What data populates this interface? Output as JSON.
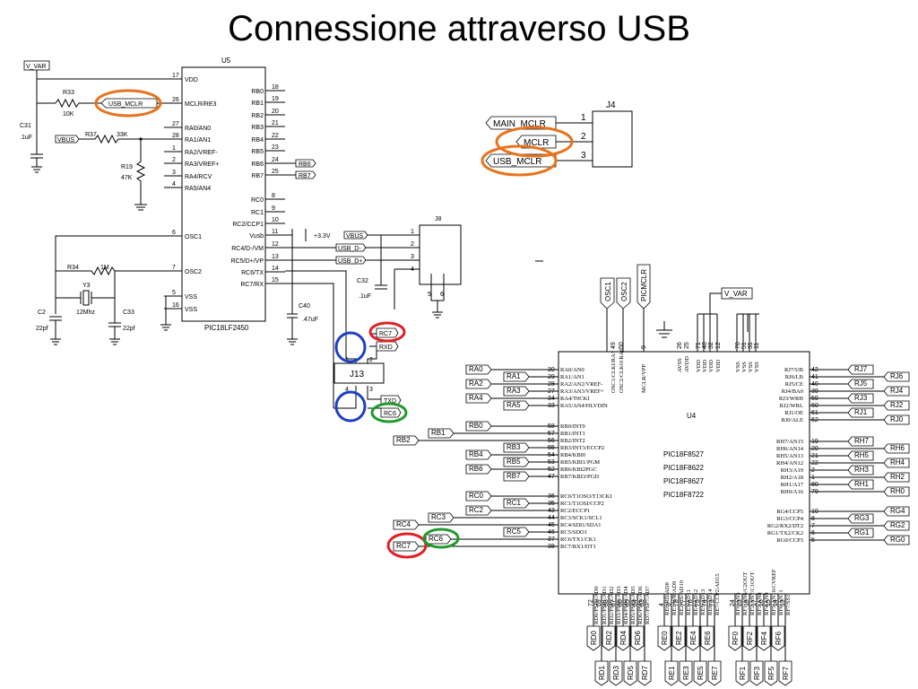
{
  "slide": {
    "title": "Connessione attraverso USB"
  },
  "u5": {
    "ref": "U5",
    "part": "PIC18LF2450",
    "left_pins": [
      {
        "num": "17",
        "name": "VDD"
      },
      {
        "num": "26",
        "name": "MCLR/RE3"
      },
      {
        "num": "27",
        "name": "RA0/AN0"
      },
      {
        "num": "28",
        "name": "RA1/AN1"
      },
      {
        "num": "1",
        "name": "RA2/VREF-"
      },
      {
        "num": "2",
        "name": "RA3/VREF+"
      },
      {
        "num": "3",
        "name": "RA4/RCV"
      },
      {
        "num": "4",
        "name": "RA5/AN4"
      },
      {
        "num": "6",
        "name": "OSC1"
      },
      {
        "num": "7",
        "name": "OSC2"
      },
      {
        "num": "5",
        "name": "VSS"
      },
      {
        "num": "16",
        "name": "VSS"
      }
    ],
    "right_pins": [
      {
        "num": "18",
        "name": "RB0"
      },
      {
        "num": "19",
        "name": "RB1"
      },
      {
        "num": "20",
        "name": "RB2"
      },
      {
        "num": "21",
        "name": "RB3"
      },
      {
        "num": "22",
        "name": "RB4"
      },
      {
        "num": "23",
        "name": "RB5"
      },
      {
        "num": "24",
        "name": "RB6"
      },
      {
        "num": "25",
        "name": "RB7"
      },
      {
        "num": "8",
        "name": "RC0"
      },
      {
        "num": "9",
        "name": "RC1"
      },
      {
        "num": "10",
        "name": "RC2/CCP1"
      },
      {
        "num": "11",
        "name": "Vusb"
      },
      {
        "num": "12",
        "name": "RC4/D-/VM"
      },
      {
        "num": "13",
        "name": "RC5/D+/VP"
      },
      {
        "num": "14",
        "name": "RC6/TX"
      },
      {
        "num": "15",
        "name": "RC7/RX"
      }
    ]
  },
  "left_nets": {
    "v_var": "V_VAR",
    "usb_mclr": "USB_MCLR",
    "vbus": "VBUS",
    "r33": "R33",
    "r33_val": "10K",
    "r37": "R37",
    "r37_val": "33K",
    "r19": "R19",
    "r19_val": "47K",
    "c31": "C31",
    "c31_val": ".1uF",
    "r34": "R34",
    "r34_val": "1M",
    "y3": "Y3",
    "y3_val": "12Mhz",
    "c2": "C2",
    "c2_val": "22pf",
    "c33": "C33",
    "c33_val": "22pf",
    "c40": "C40",
    "c40_val": ".47uF",
    "v33": "+3.3V",
    "rb6": "RB6",
    "rb7": "RB7"
  },
  "j8": {
    "ref": "J8",
    "vbus": "VBUS",
    "usb_dm": "USB_D-",
    "usb_dp": "USB_D+",
    "pins": [
      "1",
      "2",
      "3",
      "4"
    ],
    "shield": [
      "5",
      "6"
    ],
    "c32": "C32",
    "c32_val": ".1uF"
  },
  "j4": {
    "ref": "J4",
    "pins": [
      {
        "num": "1",
        "net": "MAIN_MCLR"
      },
      {
        "num": "2",
        "net": "MCLR"
      },
      {
        "num": "3",
        "net": "USB_MCLR"
      }
    ]
  },
  "j13": {
    "ref": "J13",
    "rc7": "RC7",
    "rxd": "RXD",
    "txd": "TXD",
    "rc6": "RC6",
    "pins": [
      "1",
      "2",
      "4",
      "3"
    ]
  },
  "u4": {
    "ref": "U4",
    "parts": [
      "PIC18F8527",
      "PIC18F8622",
      "PIC18F8627",
      "PIC18F8722"
    ],
    "osc1": "OSC1",
    "osc2": "OSC2",
    "picmclr": "PICMCLR",
    "v_var": "V_VAR",
    "top_pins": [
      {
        "num": "49",
        "name": "OSC1/CLKI/RA7"
      },
      {
        "num": "50",
        "name": "OSC2/CLKO/RA6"
      },
      {
        "num": "9",
        "name": "MCLR/VPP"
      },
      {
        "num": "26",
        "name": "AVSS"
      },
      {
        "num": "25",
        "name": "AVDD"
      },
      {
        "num": "71",
        "name": "VDD"
      },
      {
        "num": "48",
        "name": "VDD"
      },
      {
        "num": "32",
        "name": "VDD"
      },
      {
        "num": "12",
        "name": "VDD"
      },
      {
        "num": "70",
        "name": "VSS"
      },
      {
        "num": "51",
        "name": "VSS"
      },
      {
        "num": "31",
        "name": "VSS"
      },
      {
        "num": "11",
        "name": "VSS"
      }
    ],
    "left_pins": [
      {
        "num": "30",
        "name": "RA0/AN0",
        "net": "RA0"
      },
      {
        "num": "29",
        "name": "RA1/AN1",
        "net": "RA1"
      },
      {
        "num": "28",
        "name": "RA2/AN2/VREF-",
        "net": "RA2"
      },
      {
        "num": "27",
        "name": "RA3/AN3/VREF+",
        "net": "RA3"
      },
      {
        "num": "34",
        "name": "RA4/T0CKI",
        "net": "RA4"
      },
      {
        "num": "33",
        "name": "RA5/AN4/HLVDIN",
        "net": "RA5"
      },
      {
        "num": "58",
        "name": "RB0/INT0",
        "net": "RB0"
      },
      {
        "num": "57",
        "name": "RB1/INT1",
        "net": "RB1"
      },
      {
        "num": "56",
        "name": "RB2/INT2",
        "net": "RB2"
      },
      {
        "num": "55",
        "name": "RB3/INT3/ECCP2",
        "net": "RB3"
      },
      {
        "num": "54",
        "name": "RB4/KBI0",
        "net": "RB4"
      },
      {
        "num": "53",
        "name": "RB5/KBI1/PGM",
        "net": "RB5"
      },
      {
        "num": "52",
        "name": "RB6/KBI2PGC",
        "net": "RB6"
      },
      {
        "num": "47",
        "name": "RB7/KBI3/PGD",
        "net": "RB7"
      },
      {
        "num": "36",
        "name": "RC0/T1OSO/T13CKI",
        "net": "RC0"
      },
      {
        "num": "35",
        "name": "RC1/T1OSI/CCP2",
        "net": "RC1"
      },
      {
        "num": "43",
        "name": "RC2/ECCP1",
        "net": "RC2"
      },
      {
        "num": "44",
        "name": "RC3/SCK1/SCL1",
        "net": "RC3"
      },
      {
        "num": "45",
        "name": "RC4/SDI1/SDA1",
        "net": "RC4"
      },
      {
        "num": "46",
        "name": "RC5/SDO1",
        "net": "RC5"
      },
      {
        "num": "37",
        "name": "RC6/TX1/CK1",
        "net": "RC6"
      },
      {
        "num": "38",
        "name": "RC7/RX1/DT1",
        "net": "RC7"
      }
    ],
    "right_pins": [
      {
        "num": "42",
        "name": "RJ7/UB",
        "net": "RJ7"
      },
      {
        "num": "41",
        "name": "RJ6/LB",
        "net": "RJ6"
      },
      {
        "num": "40",
        "name": "RJ5/CE",
        "net": "RJ5"
      },
      {
        "num": "39",
        "name": "RJ4/BA0",
        "net": "RJ4"
      },
      {
        "num": "59",
        "name": "RJ3/WRH",
        "net": "RJ3"
      },
      {
        "num": "60",
        "name": "RJ2/WRL",
        "net": "RJ2"
      },
      {
        "num": "61",
        "name": "RJ1/OE",
        "net": "RJ1"
      },
      {
        "num": "62",
        "name": "RJ0/ALE",
        "net": "RJ0"
      },
      {
        "num": "19",
        "name": "RH7/AN15",
        "net": "RH7"
      },
      {
        "num": "20",
        "name": "RH6/AN14",
        "net": "RH6"
      },
      {
        "num": "21",
        "name": "RH5/AN13",
        "net": "RH5"
      },
      {
        "num": "22",
        "name": "RH4/AN12",
        "net": "RH4"
      },
      {
        "num": "2",
        "name": "RH3/A19",
        "net": "RH3"
      },
      {
        "num": "1",
        "name": "RH2/A18",
        "net": "RH2"
      },
      {
        "num": "80",
        "name": "RH1/A17",
        "net": "RH1"
      },
      {
        "num": "79",
        "name": "RH0/A16",
        "net": "RH0"
      },
      {
        "num": "10",
        "name": "RG4/CCP5",
        "net": "RG4"
      },
      {
        "num": "8",
        "name": "RG3/CCP4",
        "net": "RG3"
      },
      {
        "num": "7",
        "name": "RG2/RX2/DT2",
        "net": "RG2"
      },
      {
        "num": "6",
        "name": "RG1/TX2/CK2",
        "net": "RG1"
      },
      {
        "num": "5",
        "name": "RG0/CCP3",
        "net": "RG0"
      }
    ],
    "bottom_pins": [
      {
        "num": "72",
        "name": "RD0/PSP0/AD0",
        "net": "RD0"
      },
      {
        "num": "69",
        "name": "RD1/PSP1/AD1",
        "net": "RD1"
      },
      {
        "num": "68",
        "name": "RD2/PSP2/AD2",
        "net": "RD2"
      },
      {
        "num": "67",
        "name": "RD3/PSP3/AD3",
        "net": "RD3"
      },
      {
        "num": "66",
        "name": "RD4/PSP4/AD4",
        "net": "RD4"
      },
      {
        "num": "65",
        "name": "RD5/PSP5/AD5",
        "net": "RD5"
      },
      {
        "num": "64",
        "name": "RD6/PSP6/AD6",
        "net": "RD6"
      },
      {
        "num": "63",
        "name": "RD7/PSP7/AD7",
        "net": "RD7"
      },
      {
        "num": "4",
        "name": "RE0/RD/AD8",
        "net": "RE0"
      },
      {
        "num": "3",
        "name": "RE1/WR/AD9",
        "net": "RE1"
      },
      {
        "num": "78",
        "name": "RE2/CS/AD10",
        "net": "RE2"
      },
      {
        "num": "77",
        "name": "RE3/AD11",
        "net": "RE3"
      },
      {
        "num": "76",
        "name": "RE4/AD12",
        "net": "RE4"
      },
      {
        "num": "75",
        "name": "RE5/AD13",
        "net": "RE5"
      },
      {
        "num": "74",
        "name": "RE6/AD14",
        "net": "RE6"
      },
      {
        "num": "73",
        "name": "RE7/CCP2/AD15",
        "net": "RE7"
      },
      {
        "num": "24",
        "name": "RF0/AN5",
        "net": "RF0"
      },
      {
        "num": "23",
        "name": "RF1/AN6/C2OUT",
        "net": "RF1"
      },
      {
        "num": "18",
        "name": "RF2/AN7/C1OUT",
        "net": "RF2"
      },
      {
        "num": "17",
        "name": "RF3/AN8",
        "net": "RF3"
      },
      {
        "num": "16",
        "name": "RF4/AN9",
        "net": "RF4"
      },
      {
        "num": "15",
        "name": "RF5/AN10/CVREF",
        "net": "RF5"
      },
      {
        "num": "14",
        "name": "RF6/AN11",
        "net": "RF6"
      },
      {
        "num": "13",
        "name": "RF7/SS1",
        "net": "RF7"
      }
    ]
  },
  "highlight_colors": {
    "orange": "#e8731c",
    "red": "#e01f26",
    "blue": "#1f3fc4",
    "green": "#1e9a2c"
  }
}
